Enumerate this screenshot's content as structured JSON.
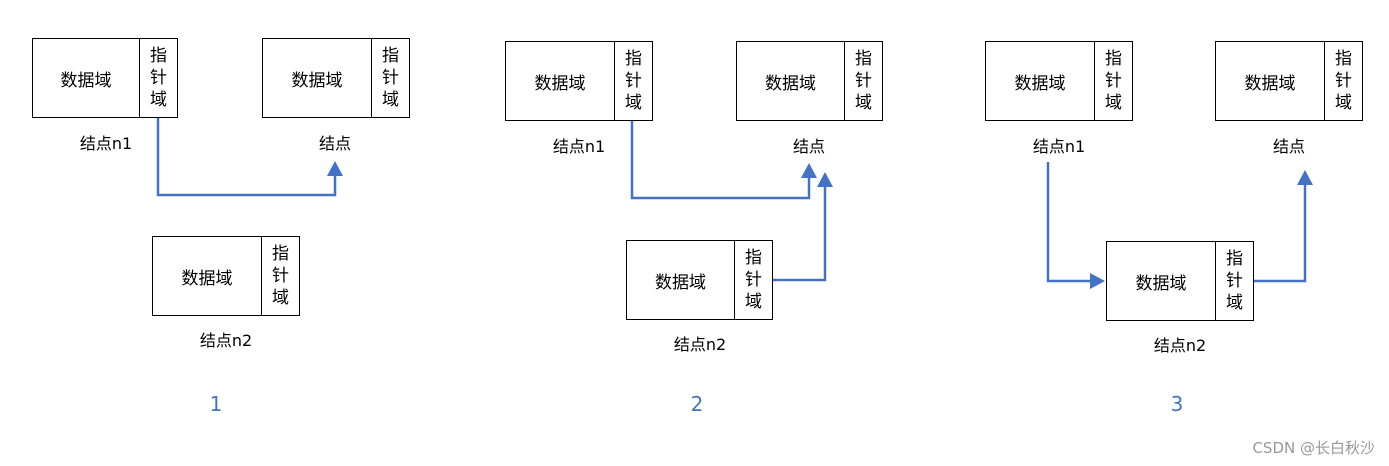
{
  "node": {
    "data": "数据域",
    "ptr": [
      "指",
      "针",
      "域"
    ]
  },
  "labels": {
    "n1": "结点n1",
    "n2": "结点n2",
    "node": "结点"
  },
  "steps": [
    "1",
    "2",
    "3"
  ],
  "watermark": "CSDN @长白秋沙",
  "colors": {
    "arrow": "#4472c4",
    "step": "#4472c4"
  }
}
